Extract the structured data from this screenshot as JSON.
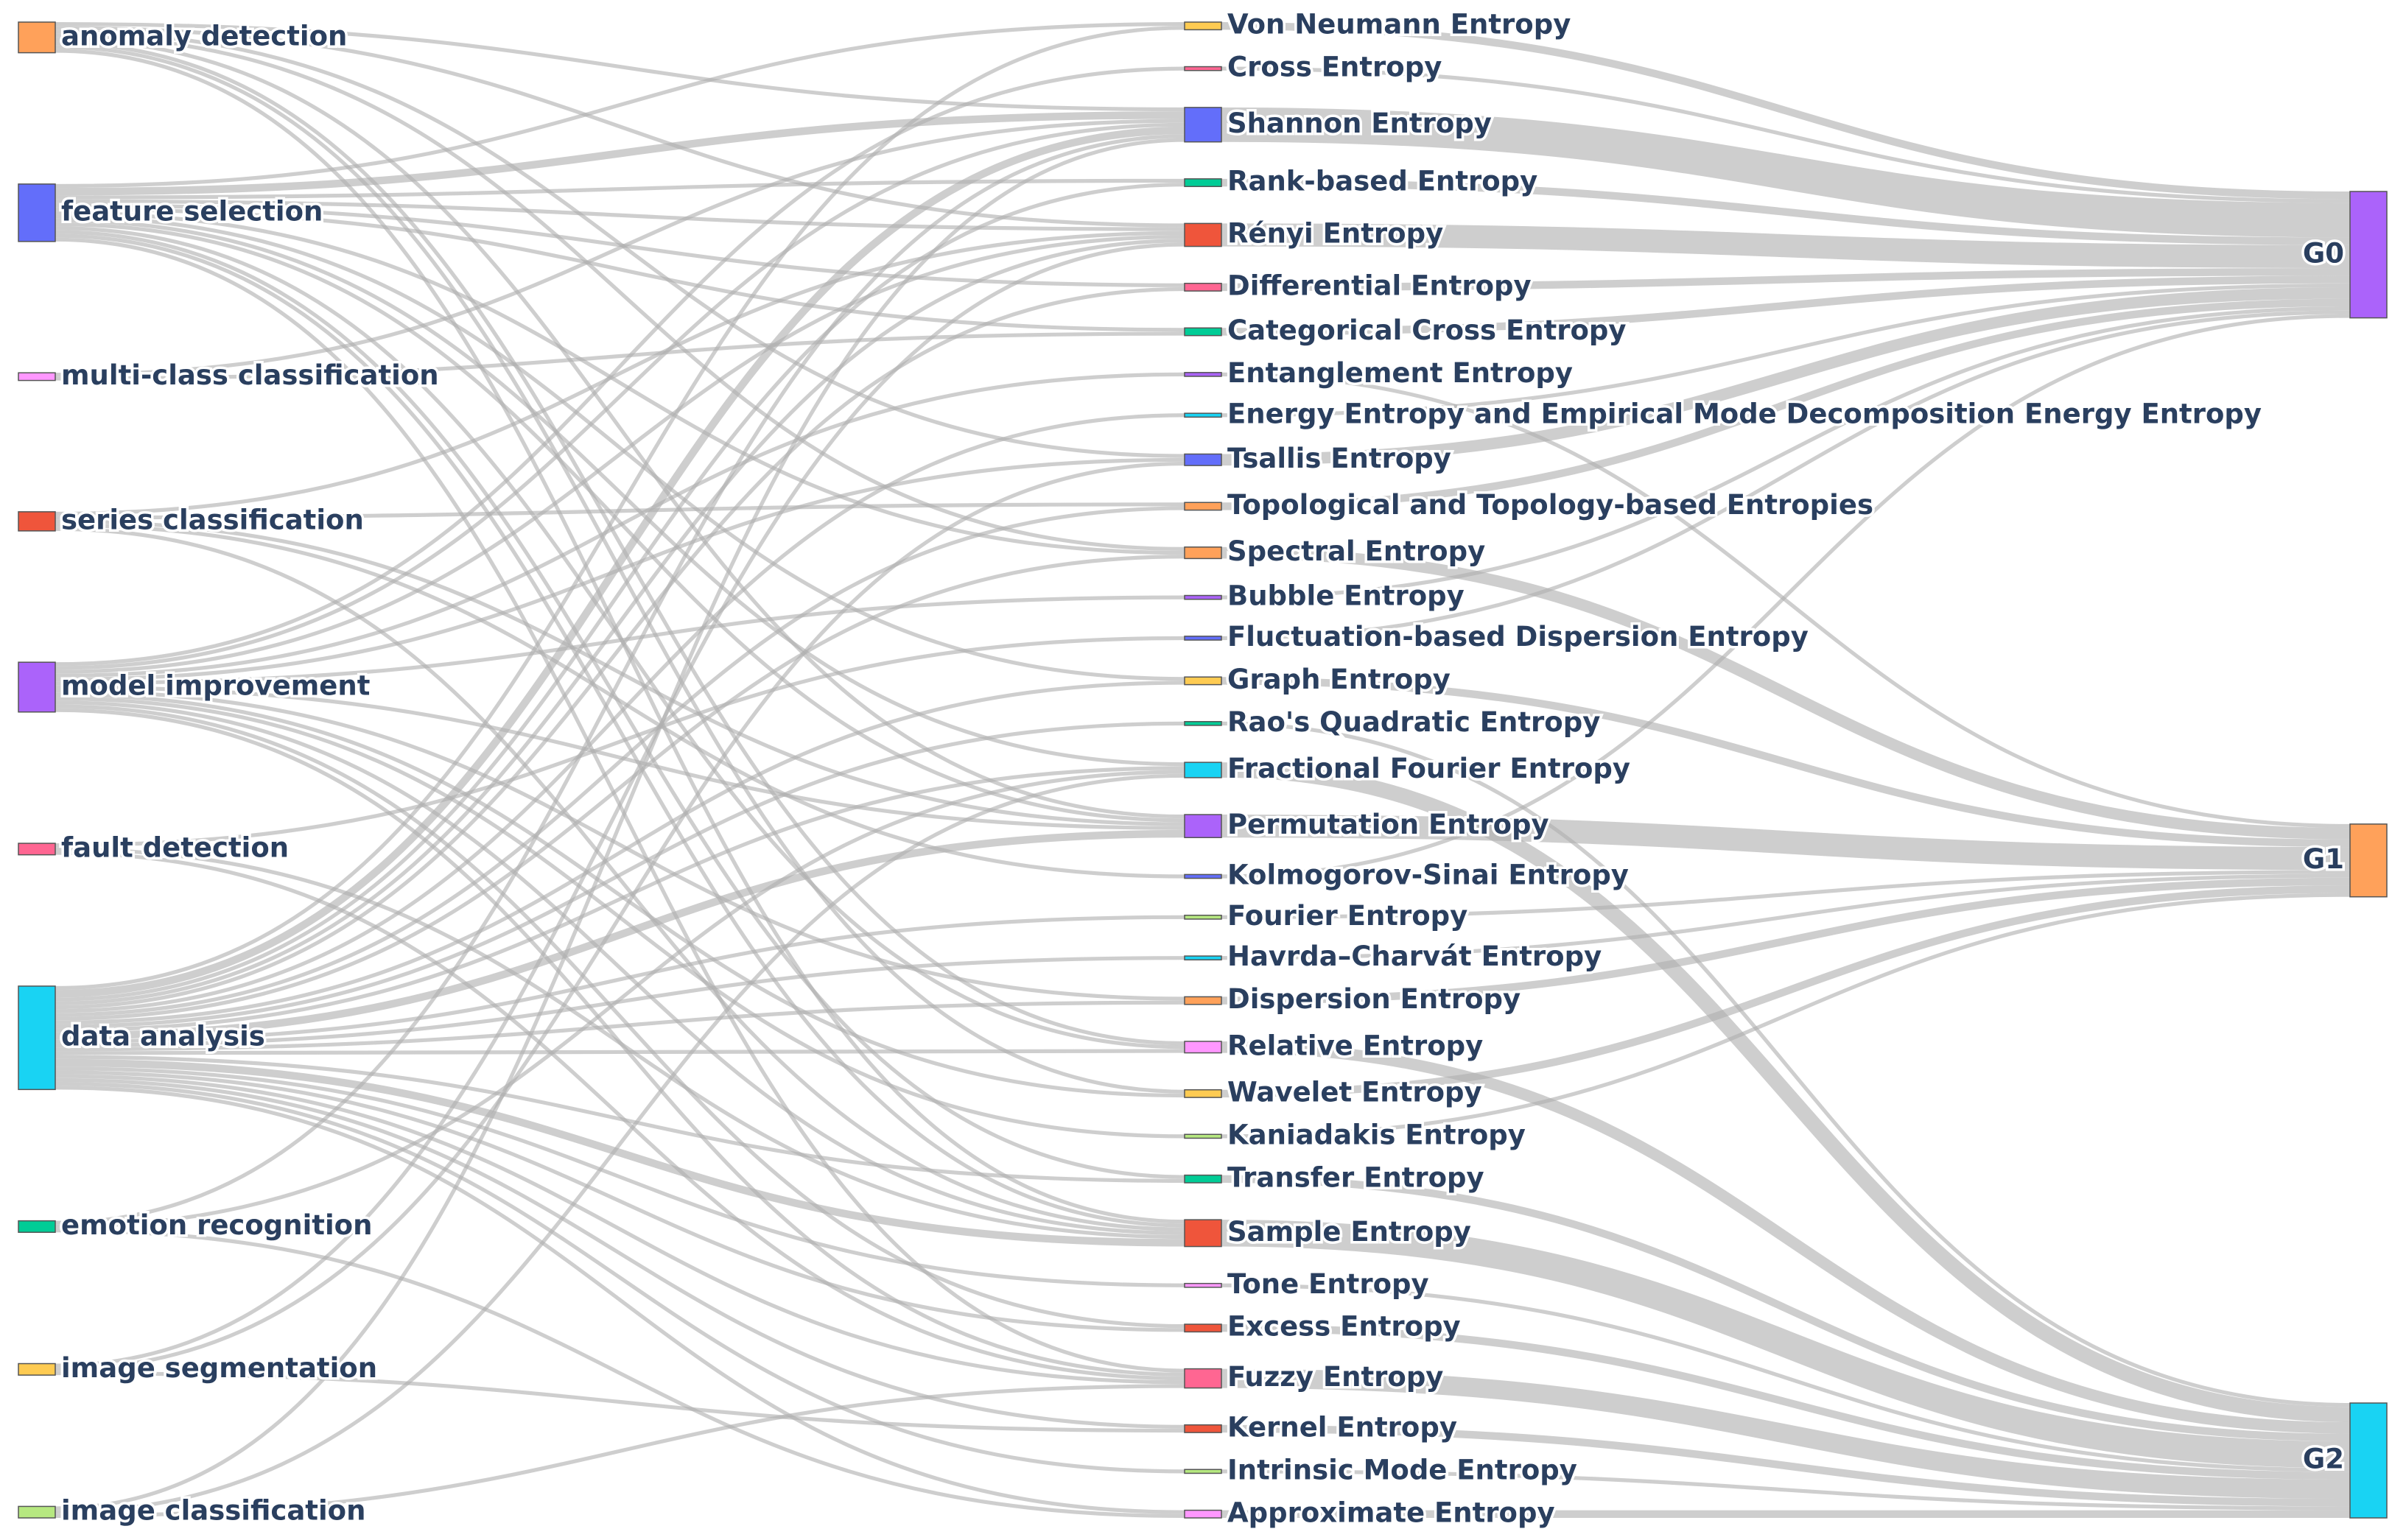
{
  "diagram": {
    "type": "sankey",
    "columns": {
      "applications": [
        {
          "id": "anomaly-detection",
          "label": "anomaly detection",
          "color": "#FFA15A"
        },
        {
          "id": "feature-selection",
          "label": "feature selection",
          "color": "#636EFA"
        },
        {
          "id": "multi-class-classification",
          "label": "multi-class classification",
          "color": "#FF97FF"
        },
        {
          "id": "series-classification",
          "label": "series classification",
          "color": "#EF553B"
        },
        {
          "id": "model-improvement",
          "label": "model improvement",
          "color": "#AB63FA"
        },
        {
          "id": "fault-detection",
          "label": "fault detection",
          "color": "#FF6692"
        },
        {
          "id": "data-analysis",
          "label": "data analysis",
          "color": "#19D3F3"
        },
        {
          "id": "emotion-recognition",
          "label": "emotion recognition",
          "color": "#00CC96"
        },
        {
          "id": "image-segmentation",
          "label": "image segmentation",
          "color": "#FECB52"
        },
        {
          "id": "image-classification",
          "label": "image classification",
          "color": "#B6E880"
        }
      ],
      "entropies": [
        {
          "id": "von-neumann",
          "label": "Von Neumann Entropy",
          "color": "#FECB52"
        },
        {
          "id": "cross",
          "label": "Cross Entropy",
          "color": "#FF6692"
        },
        {
          "id": "shannon",
          "label": "Shannon Entropy",
          "color": "#636EFA"
        },
        {
          "id": "rank-based",
          "label": "Rank-based Entropy",
          "color": "#00CC96"
        },
        {
          "id": "renyi",
          "label": "Rényi Entropy",
          "color": "#EF553B"
        },
        {
          "id": "differential",
          "label": "Differential Entropy",
          "color": "#FF6692"
        },
        {
          "id": "categorical-cross",
          "label": "Categorical Cross Entropy",
          "color": "#00CC96"
        },
        {
          "id": "entanglement",
          "label": "Entanglement Entropy",
          "color": "#AB63FA"
        },
        {
          "id": "energy-emd",
          "label": "Energy Entropy and Empirical Mode Decomposition Energy Entropy",
          "color": "#19D3F3"
        },
        {
          "id": "tsallis",
          "label": "Tsallis Entropy",
          "color": "#636EFA"
        },
        {
          "id": "topological",
          "label": "Topological and Topology-based Entropies",
          "color": "#FFA15A"
        },
        {
          "id": "spectral",
          "label": "Spectral Entropy",
          "color": "#FFA15A"
        },
        {
          "id": "bubble",
          "label": "Bubble Entropy",
          "color": "#AB63FA"
        },
        {
          "id": "fluctuation-dispersion",
          "label": "Fluctuation-based Dispersion Entropy",
          "color": "#636EFA"
        },
        {
          "id": "graph",
          "label": "Graph Entropy",
          "color": "#FECB52"
        },
        {
          "id": "raos-quadratic",
          "label": "Rao's Quadratic Entropy",
          "color": "#00CC96"
        },
        {
          "id": "fractional-fourier",
          "label": "Fractional Fourier Entropy",
          "color": "#19D3F3"
        },
        {
          "id": "permutation",
          "label": "Permutation Entropy",
          "color": "#AB63FA"
        },
        {
          "id": "kolmogorov-sinai",
          "label": "Kolmogorov-Sinai Entropy",
          "color": "#636EFA"
        },
        {
          "id": "fourier",
          "label": "Fourier Entropy",
          "color": "#B6E880"
        },
        {
          "id": "havrda-charvat",
          "label": "Havrda–Charvát Entropy",
          "color": "#19D3F3"
        },
        {
          "id": "dispersion",
          "label": "Dispersion Entropy",
          "color": "#FFA15A"
        },
        {
          "id": "relative",
          "label": "Relative Entropy",
          "color": "#FF97FF"
        },
        {
          "id": "wavelet",
          "label": "Wavelet Entropy",
          "color": "#FECB52"
        },
        {
          "id": "kaniadakis",
          "label": "Kaniadakis Entropy",
          "color": "#B6E880"
        },
        {
          "id": "transfer",
          "label": "Transfer Entropy",
          "color": "#00CC96"
        },
        {
          "id": "sample",
          "label": "Sample Entropy",
          "color": "#EF553B"
        },
        {
          "id": "tone",
          "label": "Tone Entropy",
          "color": "#FF97FF"
        },
        {
          "id": "excess",
          "label": "Excess Entropy",
          "color": "#EF553B"
        },
        {
          "id": "fuzzy",
          "label": "Fuzzy Entropy",
          "color": "#FF6692"
        },
        {
          "id": "kernel",
          "label": "Kernel Entropy",
          "color": "#EF553B"
        },
        {
          "id": "intrinsic-mode",
          "label": "Intrinsic Mode Entropy",
          "color": "#B6E880"
        },
        {
          "id": "approximate",
          "label": "Approximate Entropy",
          "color": "#FF97FF"
        }
      ],
      "groups": [
        {
          "id": "g0",
          "label": "G0",
          "color": "#AB63FA"
        },
        {
          "id": "g1",
          "label": "G1",
          "color": "#FFA15A"
        },
        {
          "id": "g2",
          "label": "G2",
          "color": "#19D3F3"
        }
      ]
    },
    "links_app_entropy": [
      [
        "anomaly-detection",
        "shannon",
        1
      ],
      [
        "anomaly-detection",
        "renyi",
        1
      ],
      [
        "anomaly-detection",
        "tsallis",
        1
      ],
      [
        "anomaly-detection",
        "spectral",
        1
      ],
      [
        "anomaly-detection",
        "permutation",
        1
      ],
      [
        "anomaly-detection",
        "relative",
        1
      ],
      [
        "anomaly-detection",
        "sample",
        1
      ],
      [
        "anomaly-detection",
        "wavelet",
        1
      ],
      [
        "feature-selection",
        "von-neumann",
        1
      ],
      [
        "feature-selection",
        "shannon",
        2
      ],
      [
        "feature-selection",
        "rank-based",
        1
      ],
      [
        "feature-selection",
        "renyi",
        1
      ],
      [
        "feature-selection",
        "differential",
        1
      ],
      [
        "feature-selection",
        "categorical-cross",
        1
      ],
      [
        "feature-selection",
        "spectral",
        1
      ],
      [
        "feature-selection",
        "graph",
        1
      ],
      [
        "feature-selection",
        "fractional-fourier",
        1
      ],
      [
        "feature-selection",
        "permutation",
        1
      ],
      [
        "feature-selection",
        "relative",
        1
      ],
      [
        "feature-selection",
        "transfer",
        1
      ],
      [
        "feature-selection",
        "sample",
        1
      ],
      [
        "feature-selection",
        "fuzzy",
        1
      ],
      [
        "multi-class-classification",
        "shannon",
        1
      ],
      [
        "multi-class-classification",
        "categorical-cross",
        1
      ],
      [
        "series-classification",
        "renyi",
        1
      ],
      [
        "series-classification",
        "topological",
        1
      ],
      [
        "series-classification",
        "permutation",
        1
      ],
      [
        "series-classification",
        "kolmogorov-sinai",
        1
      ],
      [
        "series-classification",
        "sample",
        1
      ],
      [
        "model-improvement",
        "cross",
        1
      ],
      [
        "model-improvement",
        "shannon",
        1
      ],
      [
        "model-improvement",
        "renyi",
        1
      ],
      [
        "model-improvement",
        "entanglement",
        1
      ],
      [
        "model-improvement",
        "tsallis",
        1
      ],
      [
        "model-improvement",
        "bubble",
        1
      ],
      [
        "model-improvement",
        "permutation",
        1
      ],
      [
        "model-improvement",
        "dispersion",
        1
      ],
      [
        "model-improvement",
        "wavelet",
        1
      ],
      [
        "model-improvement",
        "kaniadakis",
        1
      ],
      [
        "model-improvement",
        "sample",
        1
      ],
      [
        "model-improvement",
        "excess",
        1
      ],
      [
        "model-improvement",
        "fuzzy",
        1
      ],
      [
        "fault-detection",
        "fluctuation-dispersion",
        1
      ],
      [
        "fault-detection",
        "sample",
        1
      ],
      [
        "fault-detection",
        "fuzzy",
        1
      ],
      [
        "data-analysis",
        "von-neumann",
        1
      ],
      [
        "data-analysis",
        "shannon",
        2
      ],
      [
        "data-analysis",
        "rank-based",
        1
      ],
      [
        "data-analysis",
        "renyi",
        1
      ],
      [
        "data-analysis",
        "differential",
        1
      ],
      [
        "data-analysis",
        "energy-emd",
        1
      ],
      [
        "data-analysis",
        "topological",
        1
      ],
      [
        "data-analysis",
        "spectral",
        1
      ],
      [
        "data-analysis",
        "graph",
        1
      ],
      [
        "data-analysis",
        "raos-quadratic",
        1
      ],
      [
        "data-analysis",
        "fractional-fourier",
        1
      ],
      [
        "data-analysis",
        "permutation",
        2
      ],
      [
        "data-analysis",
        "fourier",
        1
      ],
      [
        "data-analysis",
        "havrda-charvat",
        1
      ],
      [
        "data-analysis",
        "dispersion",
        1
      ],
      [
        "data-analysis",
        "relative",
        1
      ],
      [
        "data-analysis",
        "transfer",
        1
      ],
      [
        "data-analysis",
        "sample",
        2
      ],
      [
        "data-analysis",
        "tone",
        1
      ],
      [
        "data-analysis",
        "excess",
        1
      ],
      [
        "data-analysis",
        "fuzzy",
        1
      ],
      [
        "data-analysis",
        "kernel",
        1
      ],
      [
        "data-analysis",
        "intrinsic-mode",
        1
      ],
      [
        "data-analysis",
        "approximate",
        1
      ],
      [
        "emotion-recognition",
        "shannon",
        1
      ],
      [
        "emotion-recognition",
        "fractional-fourier",
        1
      ],
      [
        "emotion-recognition",
        "approximate",
        1
      ],
      [
        "image-segmentation",
        "renyi",
        1
      ],
      [
        "image-segmentation",
        "tsallis",
        1
      ],
      [
        "image-segmentation",
        "kernel",
        1
      ],
      [
        "image-classification",
        "shannon",
        1
      ],
      [
        "image-classification",
        "fractional-fourier",
        1
      ],
      [
        "image-classification",
        "fuzzy",
        1
      ]
    ],
    "entropy_group": {
      "von-neumann": "g0",
      "cross": "g0",
      "shannon": "g0",
      "rank-based": "g0",
      "renyi": "g0",
      "differential": "g0",
      "categorical-cross": "g0",
      "entanglement": "g1",
      "energy-emd": "g0",
      "tsallis": "g0",
      "topological": "g0",
      "spectral": "g1",
      "bubble": "g0",
      "fluctuation-dispersion": "g0",
      "graph": "g1",
      "raos-quadratic": "g2",
      "fractional-fourier": "g2",
      "permutation": "g1",
      "kolmogorov-sinai": "g0",
      "fourier": "g1",
      "havrda-charvat": "g1",
      "dispersion": "g1",
      "relative": "g2",
      "wavelet": "g1",
      "kaniadakis": "g1",
      "transfer": "g2",
      "sample": "g2",
      "tone": "g2",
      "excess": "g2",
      "fuzzy": "g2",
      "kernel": "g2",
      "intrinsic-mode": "g2",
      "approximate": "g2"
    }
  }
}
